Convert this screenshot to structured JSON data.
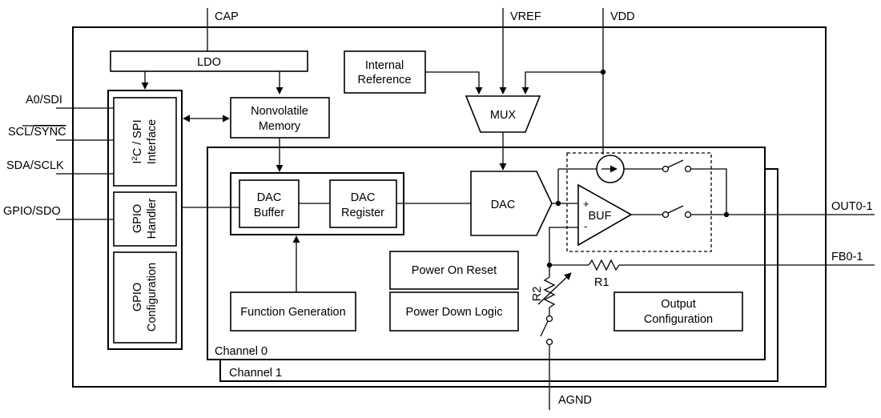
{
  "pins": {
    "cap": "CAP",
    "vref": "VREF",
    "vdd": "VDD",
    "a0_sdi": "A0/SDI",
    "scl_sync_prefix": "SCL/",
    "scl_sync_bar": "SYNC",
    "sda_sclk": "SDA/SCLK",
    "gpio_sdo": "GPIO/SDO",
    "out": "OUT0-1",
    "fb": "FB0-1",
    "agnd": "AGND"
  },
  "blocks": {
    "ldo": "LDO",
    "internal_reference": [
      "Internal",
      "Reference"
    ],
    "mux": "MUX",
    "nonvolatile_memory": [
      "Nonvolatile",
      "Memory"
    ],
    "interface": {
      "i": "I",
      "sup": "2",
      "rest": "C / SPI",
      "line2": "Interface"
    },
    "gpio_handler": [
      "GPIO",
      "Handler"
    ],
    "gpio_configuration": [
      "GPIO",
      "Configuration"
    ],
    "dac_buffer": [
      "DAC",
      "Buffer"
    ],
    "dac_register": [
      "DAC",
      "Register"
    ],
    "dac": "DAC",
    "buf": "BUF",
    "plus": "+",
    "minus": "-",
    "power_on_reset": "Power On Reset",
    "power_down_logic": "Power Down Logic",
    "function_generation": "Function Generation",
    "output_configuration": [
      "Output",
      "Configuration"
    ],
    "r1": "R1",
    "r2": "R2",
    "channel0": "Channel 0",
    "channel1": "Channel 1"
  }
}
